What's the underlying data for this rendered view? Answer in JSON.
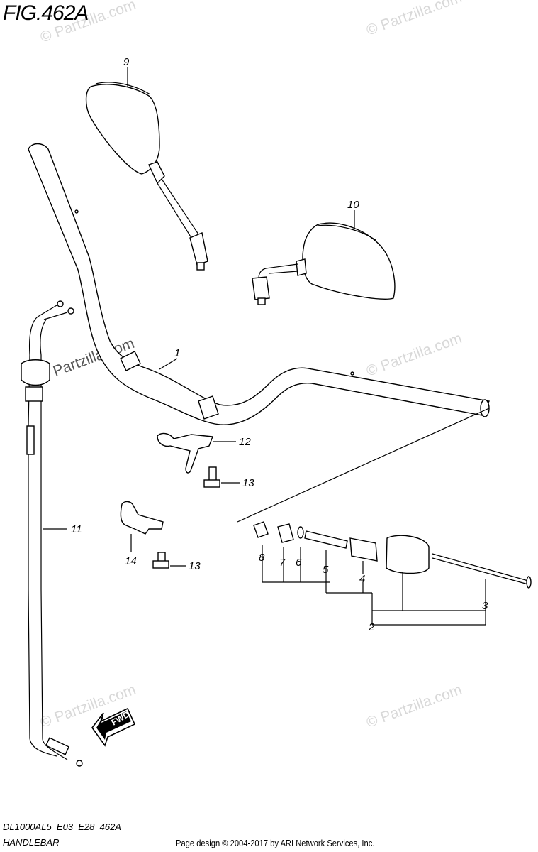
{
  "figure": {
    "title": "FIG.462A",
    "model_code": "DL1000AL5_E03_E28_462A",
    "section_name": "HANDLEBAR",
    "copyright": "Page design © 2004-2017 by ARI Network Services, Inc."
  },
  "watermarks": [
    "© Partzilla.com",
    "© Partzilla.com",
    "© Partzilla.com",
    "Partzilla.com",
    "© Partzilla.com",
    "© Partzilla.com"
  ],
  "callouts": [
    "1",
    "2",
    "3",
    "4",
    "5",
    "6",
    "7",
    "8",
    "9",
    "10",
    "11",
    "12",
    "13",
    "13",
    "14"
  ],
  "fwd_label": "FWD"
}
